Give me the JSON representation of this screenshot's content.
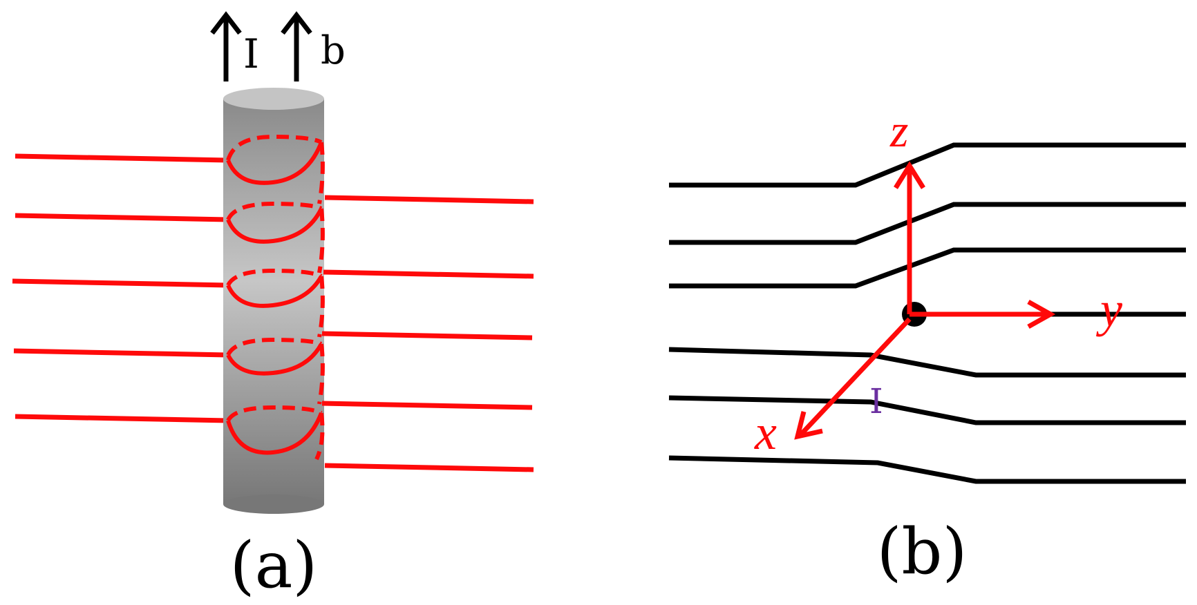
{
  "panel_a": {
    "caption": "(a)",
    "arrow_labels": {
      "current": "I",
      "field": "b"
    }
  },
  "panel_b": {
    "caption": "(b)",
    "axes": {
      "x": "x",
      "y": "y",
      "z": "z"
    },
    "current_label": "I"
  },
  "colors": {
    "line_red": "#ff0a0a",
    "line_black": "#000000",
    "current_label_purple": "#6b2fa0",
    "cylinder_dark": "#7a7a7a",
    "cylinder_light": "#c4c4c4"
  }
}
